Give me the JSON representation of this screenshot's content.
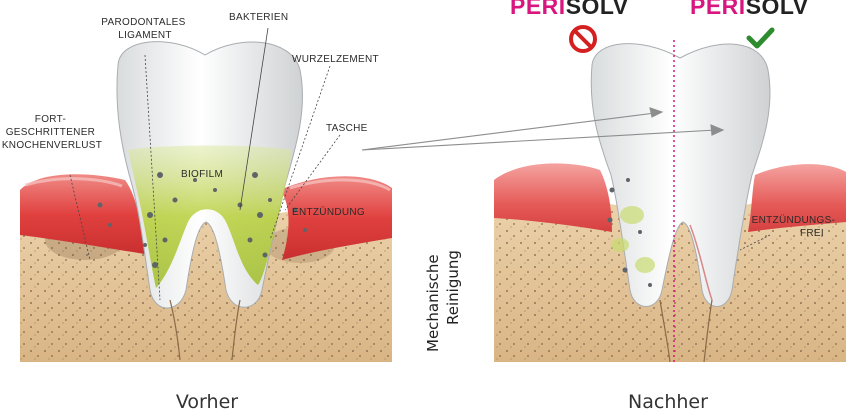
{
  "labels": {
    "parodontales_ligament": [
      "PARODONTALES",
      "LIGAMENT"
    ],
    "bakterien": "BAKTERIEN",
    "wurzelzement": "WURZELZEMENT",
    "knochenverlust": [
      "FORT-",
      "GESCHRITTENER",
      "KNOCHENVERLUST"
    ],
    "tasche": "TASCHE",
    "biofilm": "BIOFILM",
    "entzuendung": "ENTZÜNDUNG",
    "entzuendungsfrei": [
      "ENTZÜNDUNGS-",
      "FREI"
    ]
  },
  "side_label": [
    "Mechanische",
    "Reinigung"
  ],
  "captions": {
    "before": "Vorher",
    "after": "Nachher"
  },
  "brand": {
    "left": {
      "part1": "PERI",
      "part2": "SOLV"
    },
    "right": {
      "part1": "PERI",
      "part2": "SOLV"
    }
  },
  "icons": {
    "left": "prohibited-icon",
    "right": "checkmark-icon"
  },
  "colors": {
    "brand_pink": "#d9157f",
    "brand_dark": "#222222",
    "prohibited": "#d42020",
    "check": "#2e8b2e",
    "gum": "#e04848",
    "bone": "#e6c9a0",
    "biofilm": "#b8cf3a"
  }
}
